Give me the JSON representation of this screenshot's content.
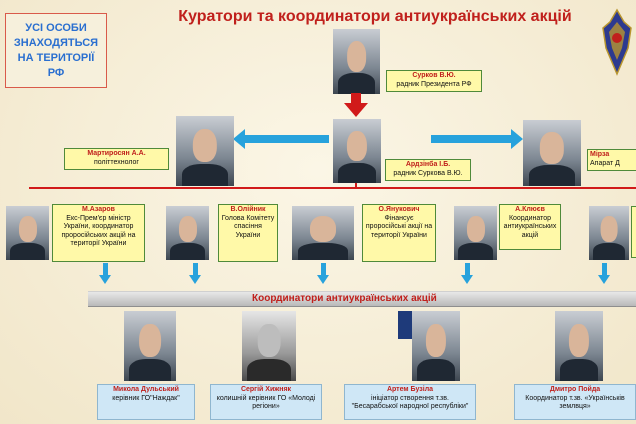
{
  "title": "Куратори та координатори антиукраїнських акцій",
  "notice": "УСІ ОСОБИ ЗНАХОДЯТЬСЯ НА ТЕРИТОРІЇ РФ",
  "colors": {
    "title_red": "#c0201c",
    "arrow_blue": "#27a2dc",
    "line_red": "#d11a1a",
    "label_yellow": "#fff9a8",
    "label_blue": "#cfe7f6"
  },
  "top": {
    "name": "Сурков В.Ю.",
    "role": "радник Президента РФ"
  },
  "center": {
    "name": "Ардзінба І.Б.",
    "role": "радник Суркова В.Ю."
  },
  "left_assoc": {
    "name": "Мартиросян А.А.",
    "role": "політтехнолог"
  },
  "right_assoc": {
    "name": "Мірза",
    "role": "Апарат Д"
  },
  "curators": [
    {
      "name": "М.Азаров",
      "role": "Екс-Прем'єр міністр України, координатор проросійських акцій на території України"
    },
    {
      "name": "В.Олійник",
      "role": "Голова Комітету спасіння України"
    },
    {
      "name": "О.Янукович",
      "role": "Фінансує проросійські акції на території України"
    },
    {
      "name": "А.Клюєв",
      "role": "Координатор антиукраїнських акцій"
    }
  ],
  "band_label": "Координатори антиукраїнських акцій",
  "coordinators": [
    {
      "name": "Микола Дульський",
      "role": "керівник ГО\"Наждак\""
    },
    {
      "name": "Сергій Хижняк",
      "role": "колишній керівник ГО «Молоді регіони»"
    },
    {
      "name": "Артем Бузіла",
      "role": "ініціатор створення т.зв. \"Бесарабської народної республіки\""
    },
    {
      "name": "Дмитро Пойда",
      "role": "Координатор т.зв. «Українськів землвця»"
    }
  ],
  "emblem": "shield-emblem"
}
